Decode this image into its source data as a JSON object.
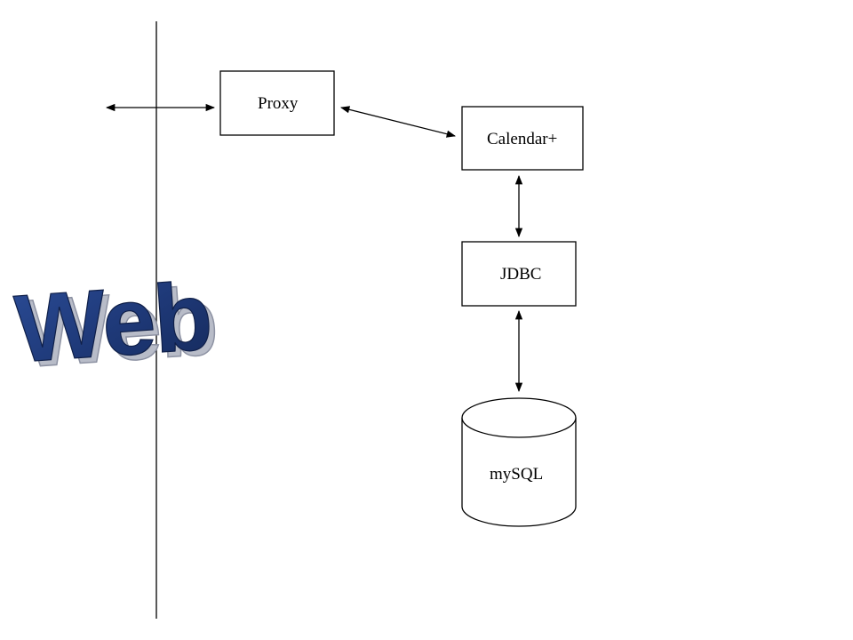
{
  "diagram": {
    "nodes": {
      "proxy": {
        "label": "Proxy",
        "shape": "rectangle"
      },
      "calendar": {
        "label": "Calendar+",
        "shape": "rectangle"
      },
      "jdbc": {
        "label": "JDBC",
        "shape": "rectangle"
      },
      "mysql": {
        "label": "mySQL",
        "shape": "cylinder"
      }
    },
    "edges": [
      {
        "from": "web",
        "to": "proxy",
        "style": "bidirectional-arrow"
      },
      {
        "from": "proxy",
        "to": "calendar",
        "style": "bidirectional-arrow"
      },
      {
        "from": "calendar",
        "to": "jdbc",
        "style": "bidirectional-arrow"
      },
      {
        "from": "jdbc",
        "to": "mysql",
        "style": "bidirectional-arrow"
      }
    ],
    "web_wordart": {
      "text": "Web",
      "fill_color": "#1f3a7a",
      "shadow_color": "#b8bcc8"
    },
    "line_color": "#000000"
  }
}
